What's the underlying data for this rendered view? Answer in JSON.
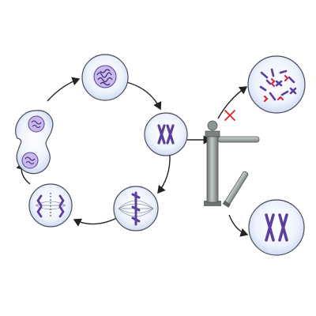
{
  "diagram": {
    "type": "cell-cycle-checkpoint",
    "colors": {
      "background": "#ffffff",
      "cell_fill": "#dfe9f8",
      "cell_inner": "#f7faff",
      "cell_stroke": "#4a4a5a",
      "chromosome": "#5b3e9e",
      "chromosome_dark": "#3f2a7a",
      "spindle": "#8a8aa0",
      "arrow": "#222222",
      "error_mark": "#e0202a",
      "error_chromosome": "#d7263d",
      "barrier_metal": "#9aa0a0",
      "barrier_dark": "#5e6464"
    },
    "stages": [
      {
        "name": "nucleus-cell",
        "icon": "chromatin"
      },
      {
        "name": "metaphase-cell",
        "icon": "x-chromosomes"
      },
      {
        "name": "anaphase-spindle-cell",
        "icon": "spindle-chromosomes"
      },
      {
        "name": "telophase-cell",
        "icon": "separating-spindle"
      },
      {
        "name": "cytokinesis-cell",
        "icon": "two-nuclei"
      }
    ],
    "checkpoint": {
      "icon": "boom-barrier",
      "blocked_outcome": "damaged-chromosomes-cell",
      "passed_outcome": "normal-chromosomes-cell",
      "blocked_marker": "cross-mark"
    }
  }
}
